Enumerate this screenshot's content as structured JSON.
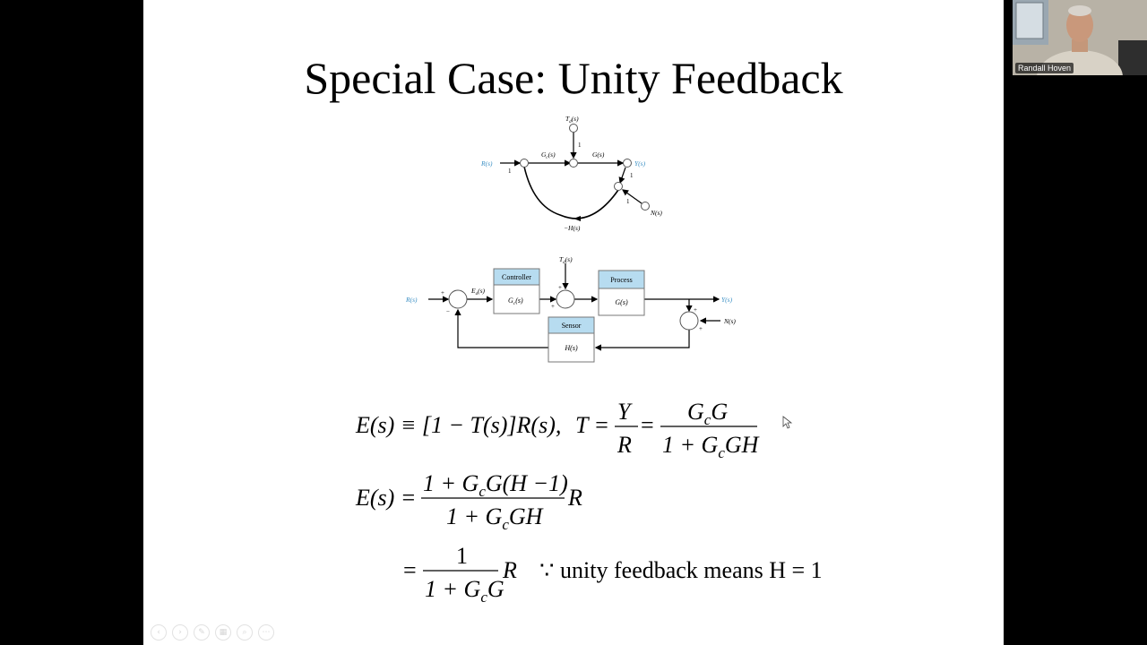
{
  "slide": {
    "title": "Special Case: Unity Feedback"
  },
  "sfg": {
    "Td": "T",
    "Td_sub": "d",
    "Td_arg": "(s)",
    "one_top": "1",
    "R": "R(s)",
    "one_left": "1",
    "Gc": "G",
    "Gc_sub": "c",
    "Gc_arg": "(s)",
    "G": "G(s)",
    "Y": "Y(s)",
    "one_right": "1",
    "one_noise": "1",
    "N": "N(s)",
    "minusH": "−H(s)"
  },
  "block": {
    "R": "R(s)",
    "Ea": "E",
    "Ea_sub": "a",
    "Ea_arg": "(s)",
    "Td": "T",
    "Td_sub": "d",
    "Td_arg": "(s)",
    "controller_title": "Controller",
    "controller_tf": "G",
    "controller_tf_sub": "c",
    "controller_tf_arg": "(s)",
    "process_title": "Process",
    "process_tf": "G(s)",
    "sensor_title": "Sensor",
    "sensor_tf": "H(s)",
    "Y": "Y(s)",
    "N": "N(s)",
    "plus": "+",
    "minus": "−"
  },
  "equations": {
    "eq1_lhs": "E(s) ≡ [1 − T(s)]R(s),",
    "eq1_T": "T =",
    "eq1_Y": "Y",
    "eq1_R": "R",
    "eq1_eq": "=",
    "eq1_num": "G",
    "eq1_num_sub": "c",
    "eq1_num_end": "G",
    "eq1_den": "1 + G",
    "eq1_den_sub": "c",
    "eq1_den_end": "GH",
    "eq2_lhs": "E(s) =",
    "eq2_num": "1 + G",
    "eq2_num_sub": "c",
    "eq2_num_end": "G(H −1)",
    "eq2_den": "1 + G",
    "eq2_den_sub": "c",
    "eq2_den_end": "GH",
    "eq2_R": "R",
    "eq3_eq": "=",
    "eq3_num": "1",
    "eq3_den": "1 + G",
    "eq3_den_sub": "c",
    "eq3_den_end": "G",
    "eq3_R": "R",
    "eq3_note": "∵ unity  feedback  means  H = 1"
  },
  "nav": {
    "buttons": [
      {
        "name": "prev-slide-button",
        "icon": "‹"
      },
      {
        "name": "next-slide-button",
        "icon": "›"
      },
      {
        "name": "pen-tool-button",
        "icon": "✎"
      },
      {
        "name": "slides-grid-button",
        "icon": "▦"
      },
      {
        "name": "zoom-button",
        "icon": "⌕"
      },
      {
        "name": "more-options-button",
        "icon": "⋯"
      }
    ]
  },
  "webcam": {
    "participant_name": "Randall Hoven"
  },
  "colors": {
    "accent_label": "#3a8fc4",
    "block_header": "#b7dcf0",
    "background": "#000000"
  }
}
